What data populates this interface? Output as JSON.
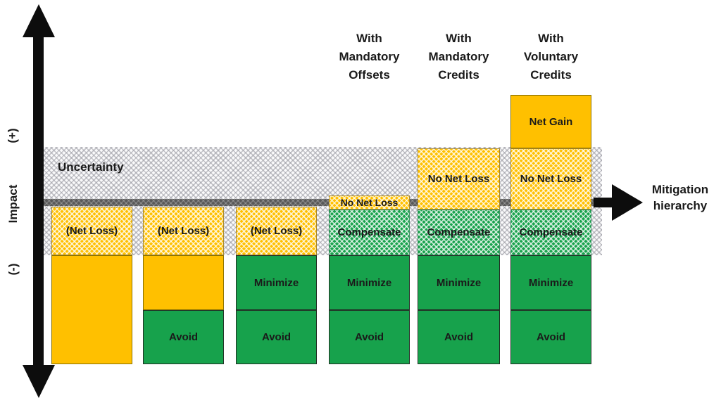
{
  "colors": {
    "solid_yellow": "#FFC000",
    "solid_green": "#17A24C",
    "axis_bar_gray": "#595959",
    "arrow_black": "#0d0d0d",
    "text": "#1a1a1a"
  },
  "axis": {
    "impact_label": "Impact",
    "plus_label": "(+)",
    "minus_label": "(-)",
    "mitigation_line1": "Mitigation",
    "mitigation_line2": "hierarchy"
  },
  "uncertainty_label": "Uncertainty",
  "headers": [
    {
      "lines": [
        "With",
        "Mandatory",
        "Offsets"
      ]
    },
    {
      "lines": [
        "With",
        "Mandatory",
        "Credits"
      ]
    },
    {
      "lines": [
        "With",
        "Voluntary",
        "Credits"
      ]
    }
  ],
  "columns": [
    {
      "segments": [
        {
          "label": "(Net Loss)"
        },
        {
          "label": ""
        }
      ]
    },
    {
      "segments": [
        {
          "label": "(Net Loss)"
        },
        {
          "label": ""
        },
        {
          "label": "Avoid"
        }
      ]
    },
    {
      "segments": [
        {
          "label": "(Net Loss)"
        },
        {
          "label": "Minimize"
        },
        {
          "label": "Avoid"
        }
      ]
    },
    {
      "segments": [
        {
          "label": "No Net Loss"
        },
        {
          "label": "Compensate"
        },
        {
          "label": "Minimize"
        },
        {
          "label": "Avoid"
        }
      ]
    },
    {
      "segments": [
        {
          "label": "No Net Loss"
        },
        {
          "label": "Compensate"
        },
        {
          "label": "Minimize"
        },
        {
          "label": "Avoid"
        }
      ]
    },
    {
      "segments": [
        {
          "label": "Net Gain"
        },
        {
          "label": "No Net Loss"
        },
        {
          "label": "Compensate"
        },
        {
          "label": "Minimize"
        },
        {
          "label": "Avoid"
        }
      ]
    }
  ]
}
